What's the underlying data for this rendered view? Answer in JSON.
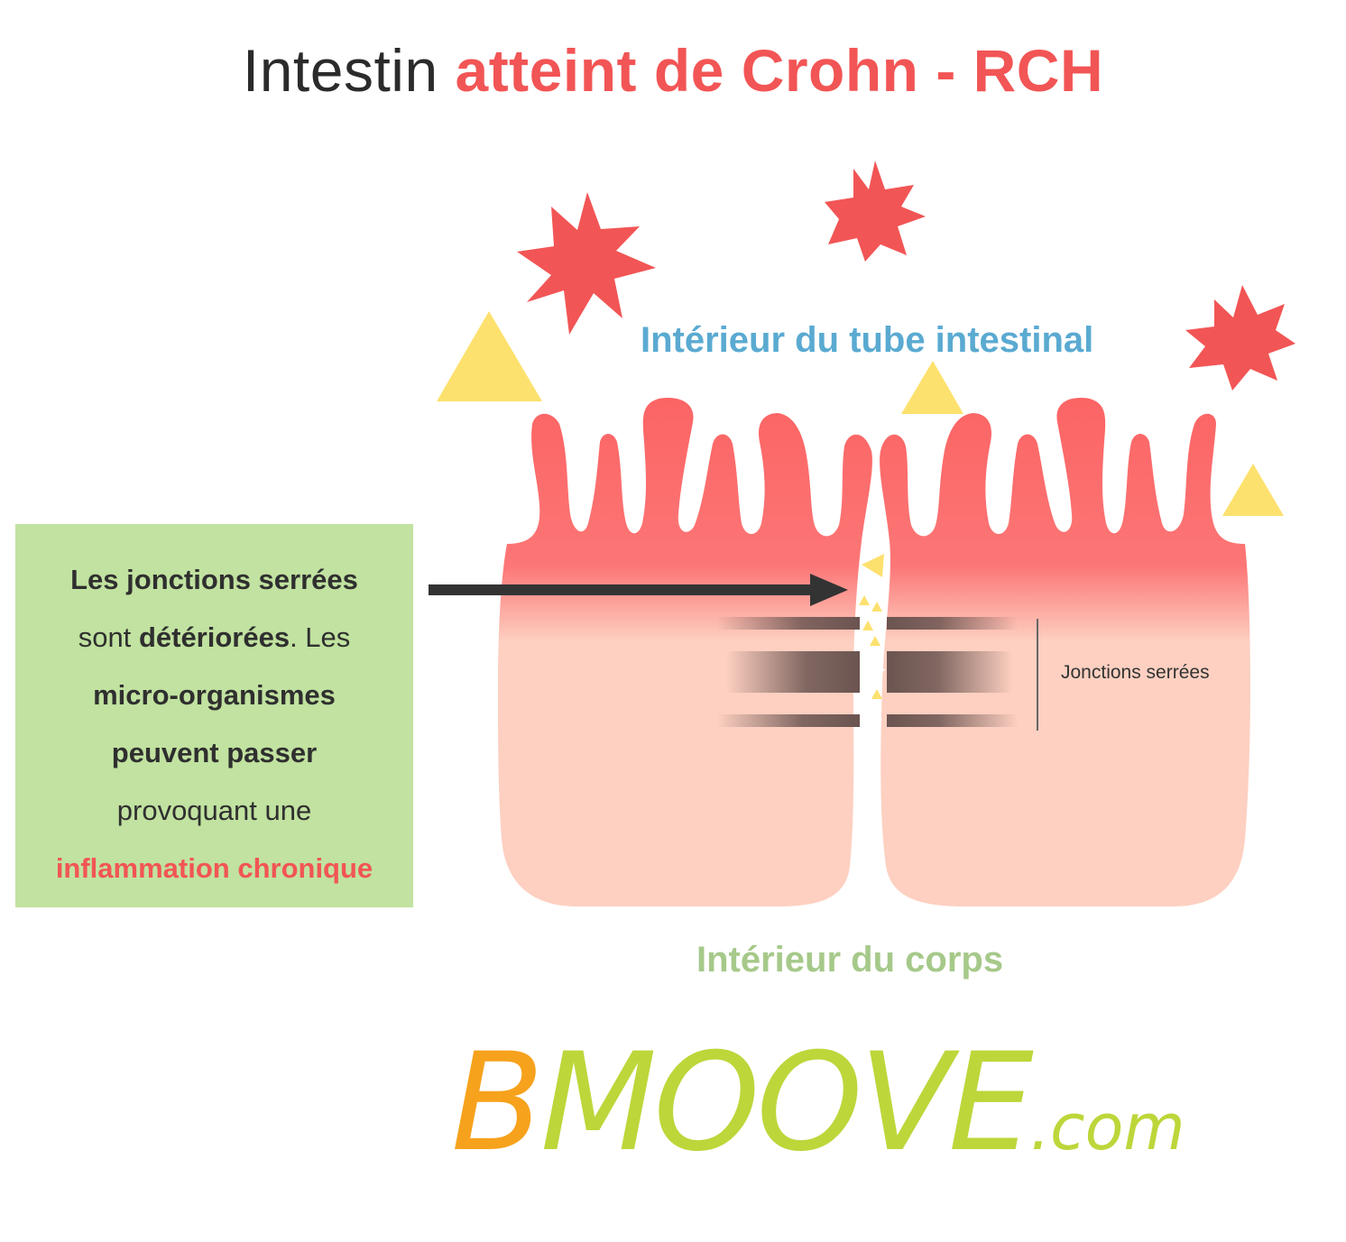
{
  "title": {
    "prefix": "Intestin",
    "highlight": "atteint de Crohn - RCH"
  },
  "labels": {
    "lumen": "Intérieur du tube intestinal",
    "body": "Intérieur du corps",
    "tight_junctions": "Jonctions serrées"
  },
  "info_box": {
    "line1": "Les jonctions serrées",
    "line2_plain": "sont",
    "line2_bold": "détériorées",
    "line2_tail": ". Les",
    "line3": "micro-organismes",
    "line4": "peuvent passer",
    "line5": "provoquant une",
    "line6": "inflammation chronique"
  },
  "logo": {
    "b": "B",
    "rest": "MOOVE",
    "domain": ".com"
  },
  "colors": {
    "title_accent": "#f25555",
    "lumen_label": "#5aaad1",
    "body_label": "#a6c98a",
    "info_box_bg": "#c1e2a0",
    "cell_body": "#fdd0c1",
    "villi": "#fc6666",
    "pathogen_star": "#f25555",
    "particle_triangle": "#fde16e",
    "logo_orange": "#f6a21c",
    "logo_green": "#bdd63a"
  },
  "icons": [
    "pathogen-star-icon",
    "particle-triangle-icon",
    "arrow-right-icon"
  ]
}
